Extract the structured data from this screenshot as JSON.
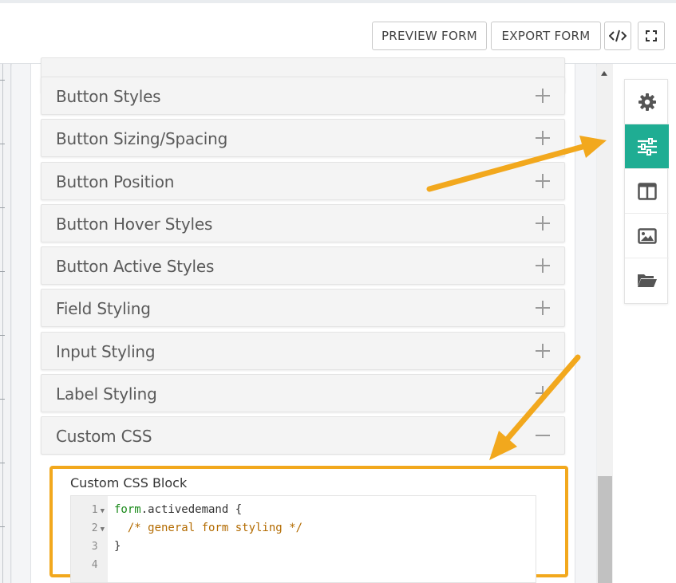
{
  "toolbar": {
    "preview_label": "PREVIEW FORM",
    "export_label": "EXPORT FORM"
  },
  "accordion": {
    "sections": [
      {
        "label": "Button Styles",
        "state": "collapsed"
      },
      {
        "label": "Button Sizing/Spacing",
        "state": "collapsed"
      },
      {
        "label": "Button Position",
        "state": "collapsed"
      },
      {
        "label": "Button Hover Styles",
        "state": "collapsed"
      },
      {
        "label": "Button Active Styles",
        "state": "collapsed"
      },
      {
        "label": "Field Styling",
        "state": "collapsed"
      },
      {
        "label": "Input Styling",
        "state": "collapsed"
      },
      {
        "label": "Label Styling",
        "state": "collapsed"
      },
      {
        "label": "Custom CSS",
        "state": "expanded"
      }
    ]
  },
  "custom_css": {
    "title": "Custom CSS Block",
    "lines": [
      {
        "number": "1",
        "keyword": "form",
        "rest": ".activedemand {",
        "comment": ""
      },
      {
        "number": "2",
        "keyword": "",
        "rest": "  ",
        "comment": "/* general form styling */"
      },
      {
        "number": "3",
        "keyword": "",
        "rest": "}",
        "comment": ""
      },
      {
        "number": "4",
        "keyword": "",
        "rest": "",
        "comment": ""
      }
    ]
  },
  "sidenav": {
    "items": [
      "gear-icon",
      "sliders-icon",
      "layout-columns-icon",
      "image-icon",
      "folder-open-icon"
    ],
    "active_index": 1
  },
  "colors": {
    "accent": "#1fad93",
    "annotation": "#f2a81d",
    "css_keyword": "#1a8a1a",
    "css_comment": "#b36b00"
  }
}
